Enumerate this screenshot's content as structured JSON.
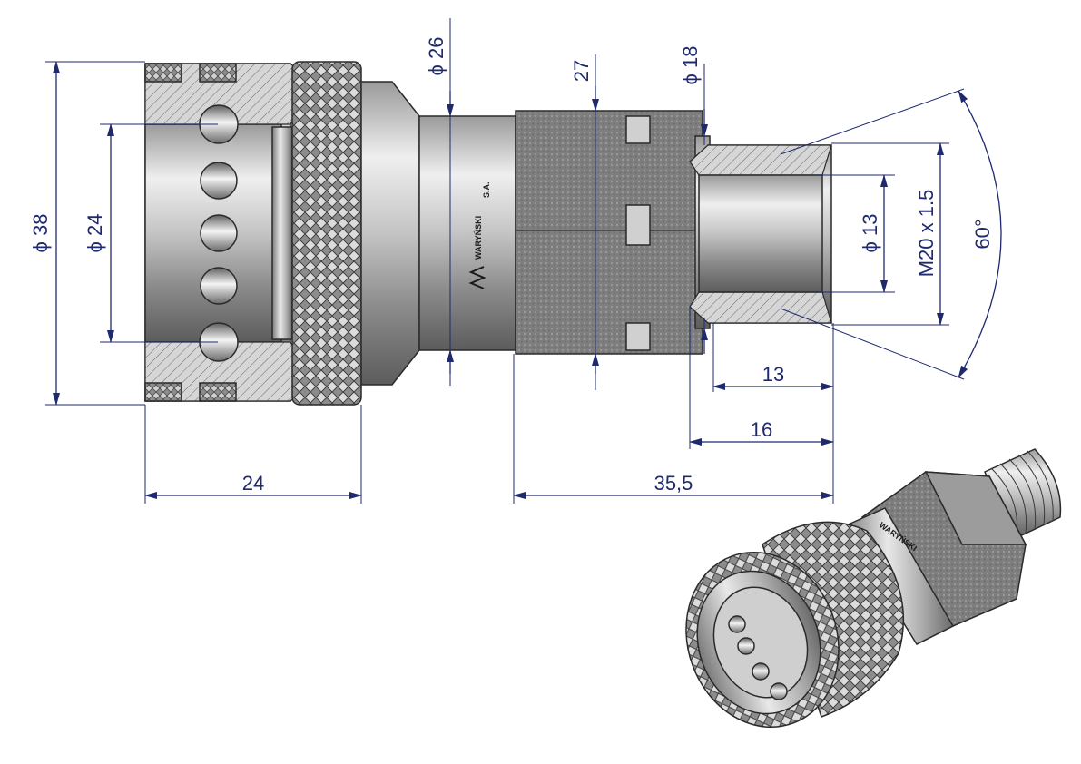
{
  "dimensions": {
    "d38": "ϕ 38",
    "d24_bore": "ϕ 24",
    "d26": "ϕ 26",
    "hex27": "27",
    "d18": "ϕ 18",
    "d13": "ϕ 13",
    "thread": "M20 x 1.5",
    "angle": "60°",
    "len13": "13",
    "len16": "16",
    "len24": "24",
    "len35_5": "35,5"
  },
  "brand": {
    "name": "WARYŃSKI",
    "suffix": "S.A."
  },
  "colors": {
    "dimension": "#1f2a6e",
    "steel_light": "#e4e4e4",
    "steel_mid": "#b8b8b8",
    "steel_dark": "#6e6e6e",
    "hatch": "#c8c8c8",
    "outline": "#2a2a2a"
  }
}
